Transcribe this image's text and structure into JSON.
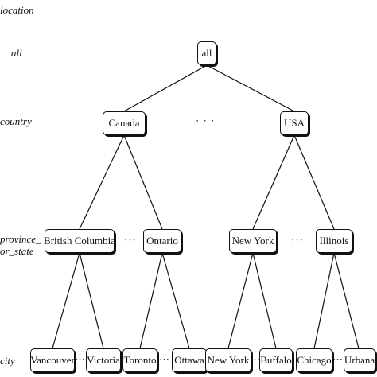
{
  "levels": {
    "location": "location",
    "all": "all",
    "country": "country",
    "province_line1": "province_",
    "province_line2": "or_state",
    "city": "city"
  },
  "nodes": {
    "all": "all",
    "canada": "Canada",
    "usa": "USA",
    "british_columbia": "British Columbia",
    "ontario": "Ontario",
    "new_york_state": "New York",
    "illinois": "Illinois",
    "vancouver": "Vancouver",
    "victoria": "Victoria",
    "toronto": "Toronto",
    "ottawa": "Ottawa",
    "new_york_city": "New York",
    "buffalo": "Buffalo",
    "chicago": "Chicago",
    "urbana": "Urbana"
  },
  "ellipses": {
    "country": "· · ·",
    "province": "···",
    "city": "···"
  }
}
